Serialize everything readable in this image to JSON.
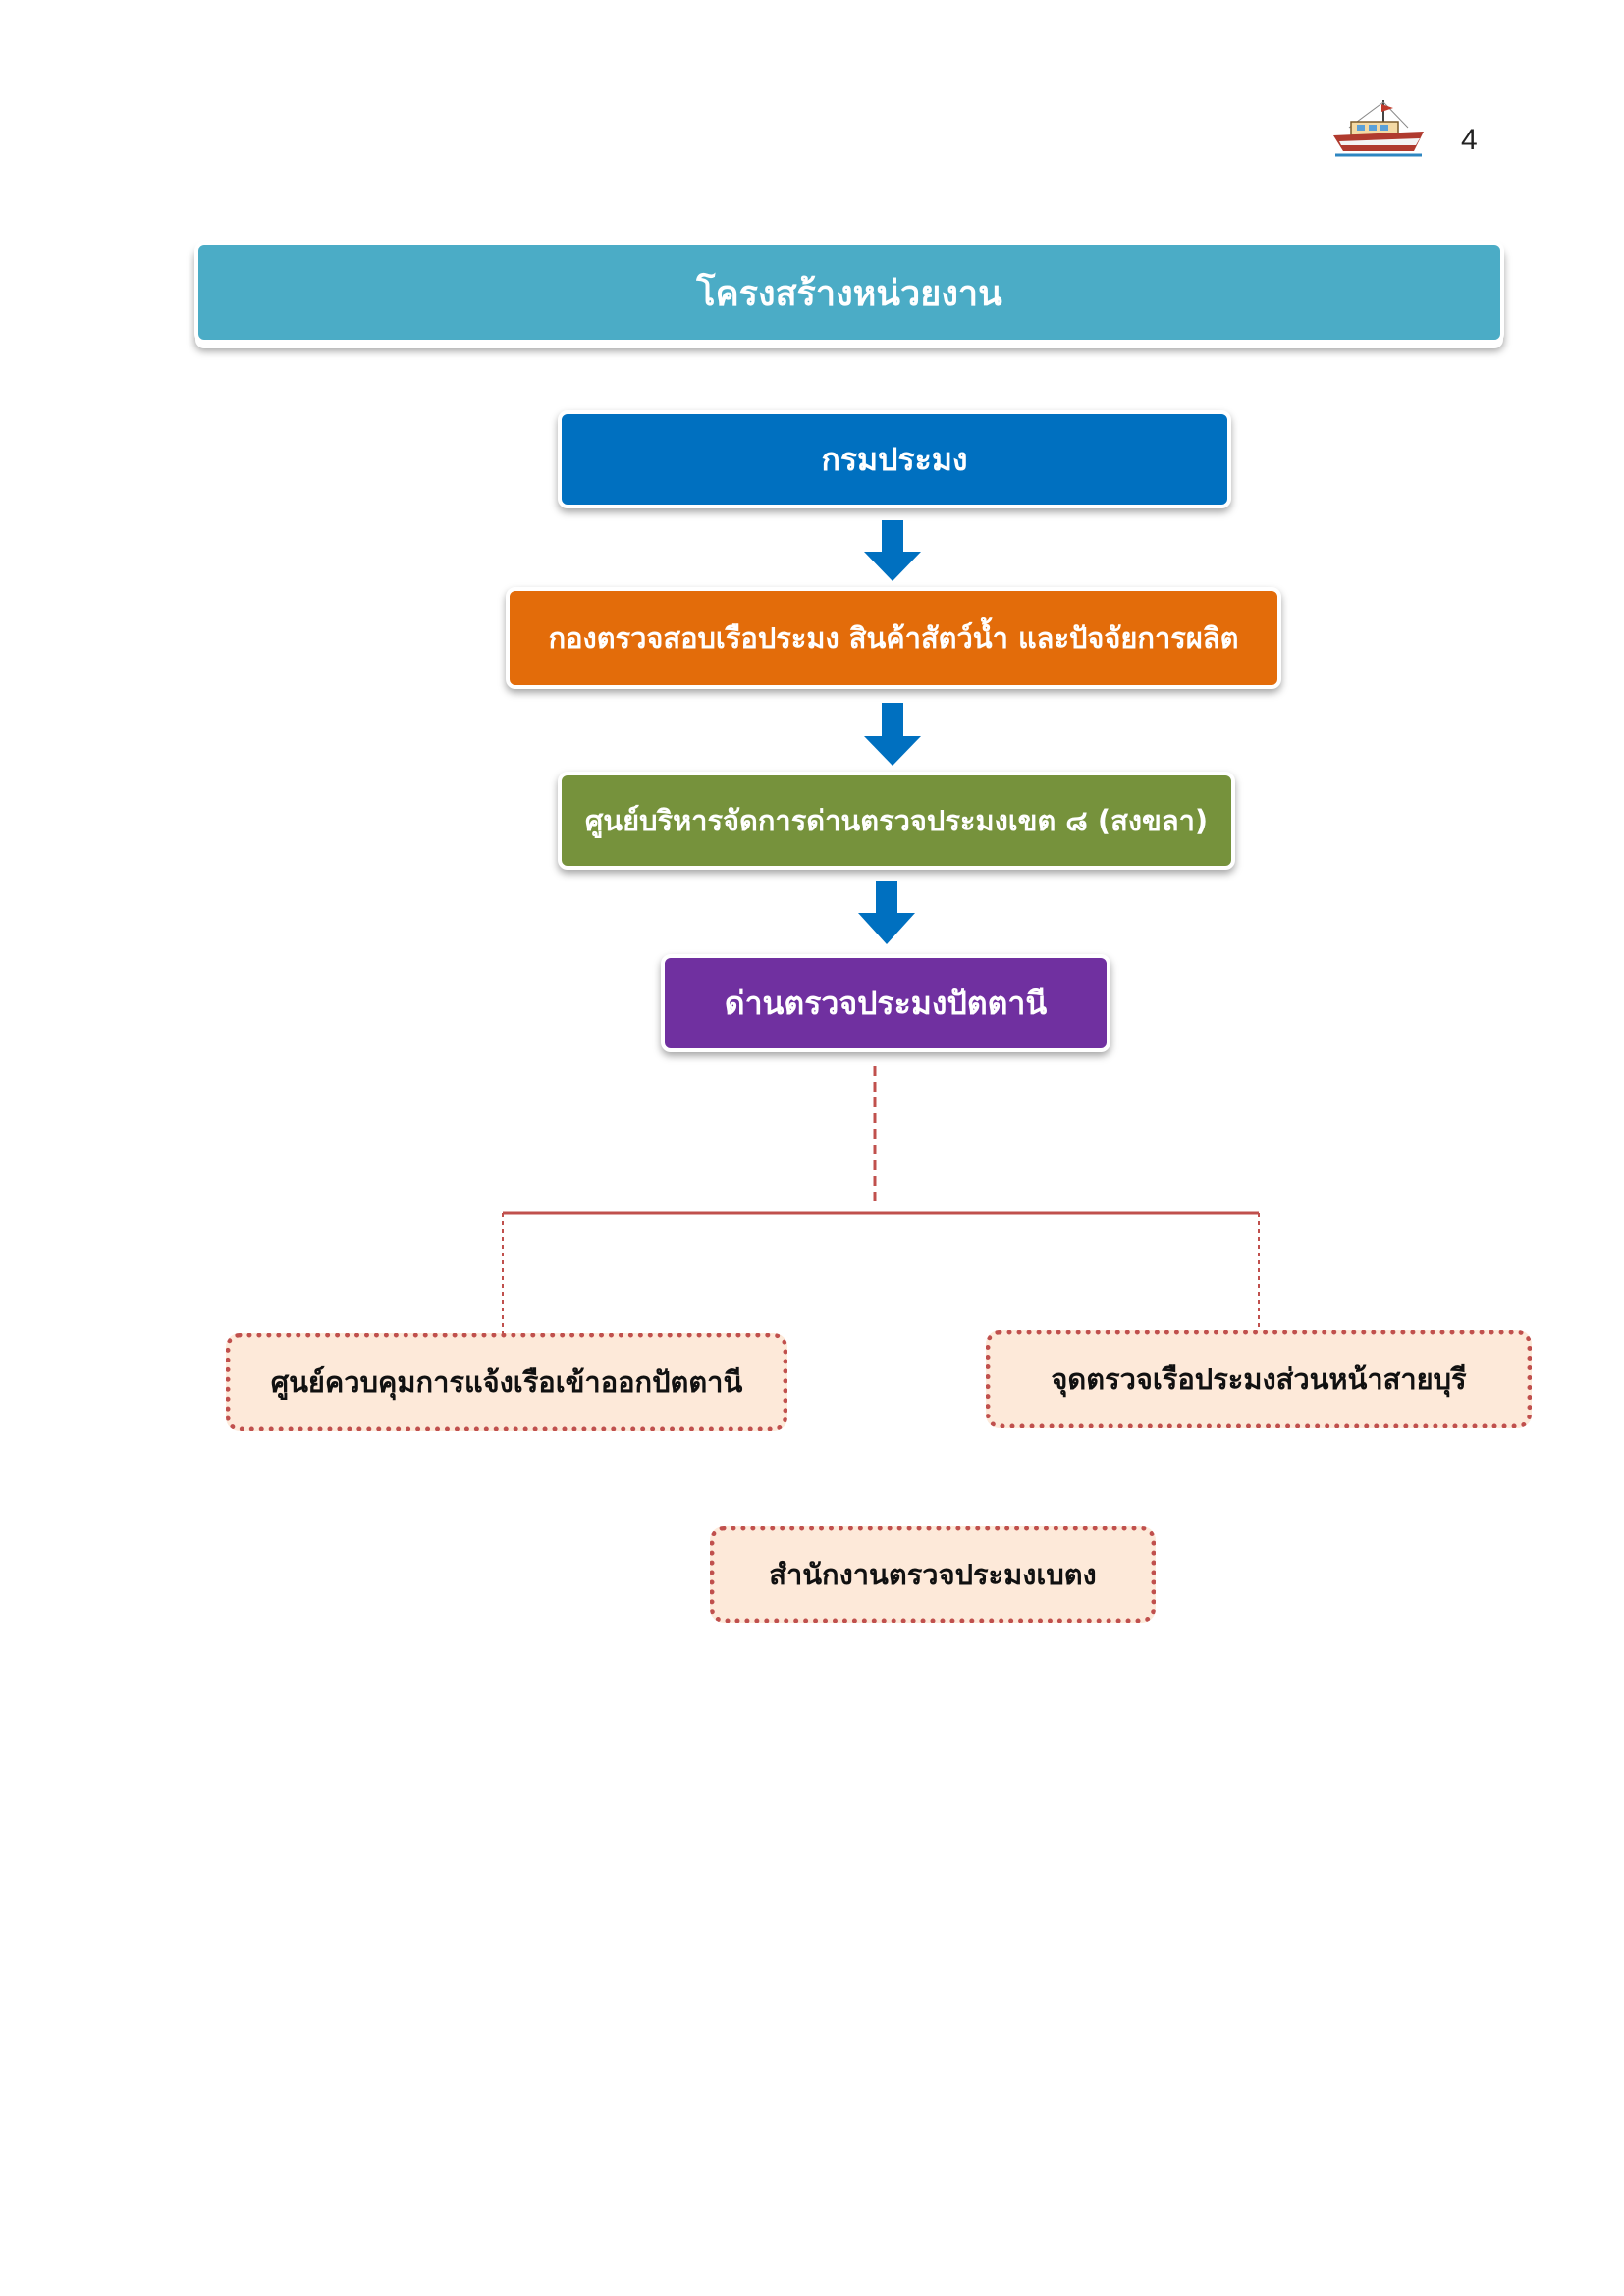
{
  "page_number": "4",
  "title": "โครงสร้างหน่วยงาน",
  "levels": [
    "กรมประมง",
    "กองตรวจสอบเรือประมง สินค้าสัตว์น้ำ และปัจจัยการผลิต",
    "ศูนย์บริหารจัดการด่านตรวจประมงเขต ๘ (สงขลา)",
    "ด่านตรวจประมงปัตตานี"
  ],
  "sub_units": [
    "ศูนย์ควบคุมการแจ้งเรือเข้าออกปัตตานี",
    "จุดตรวจเรือประมงส่วนหน้าสายบุรี",
    "สำนักงานตรวจประมงเบตง"
  ],
  "colors": {
    "banner": "#4bacc6",
    "level_1": "#0070c0",
    "level_2": "#e36c0a",
    "level_3": "#76923c",
    "level_4": "#7030a0",
    "sub_unit_fill": "#fde9d9",
    "sub_unit_border": "#c0504d",
    "arrow": "#0070c0"
  },
  "icons": [
    "boat-icon",
    "down-arrow-icon"
  ]
}
